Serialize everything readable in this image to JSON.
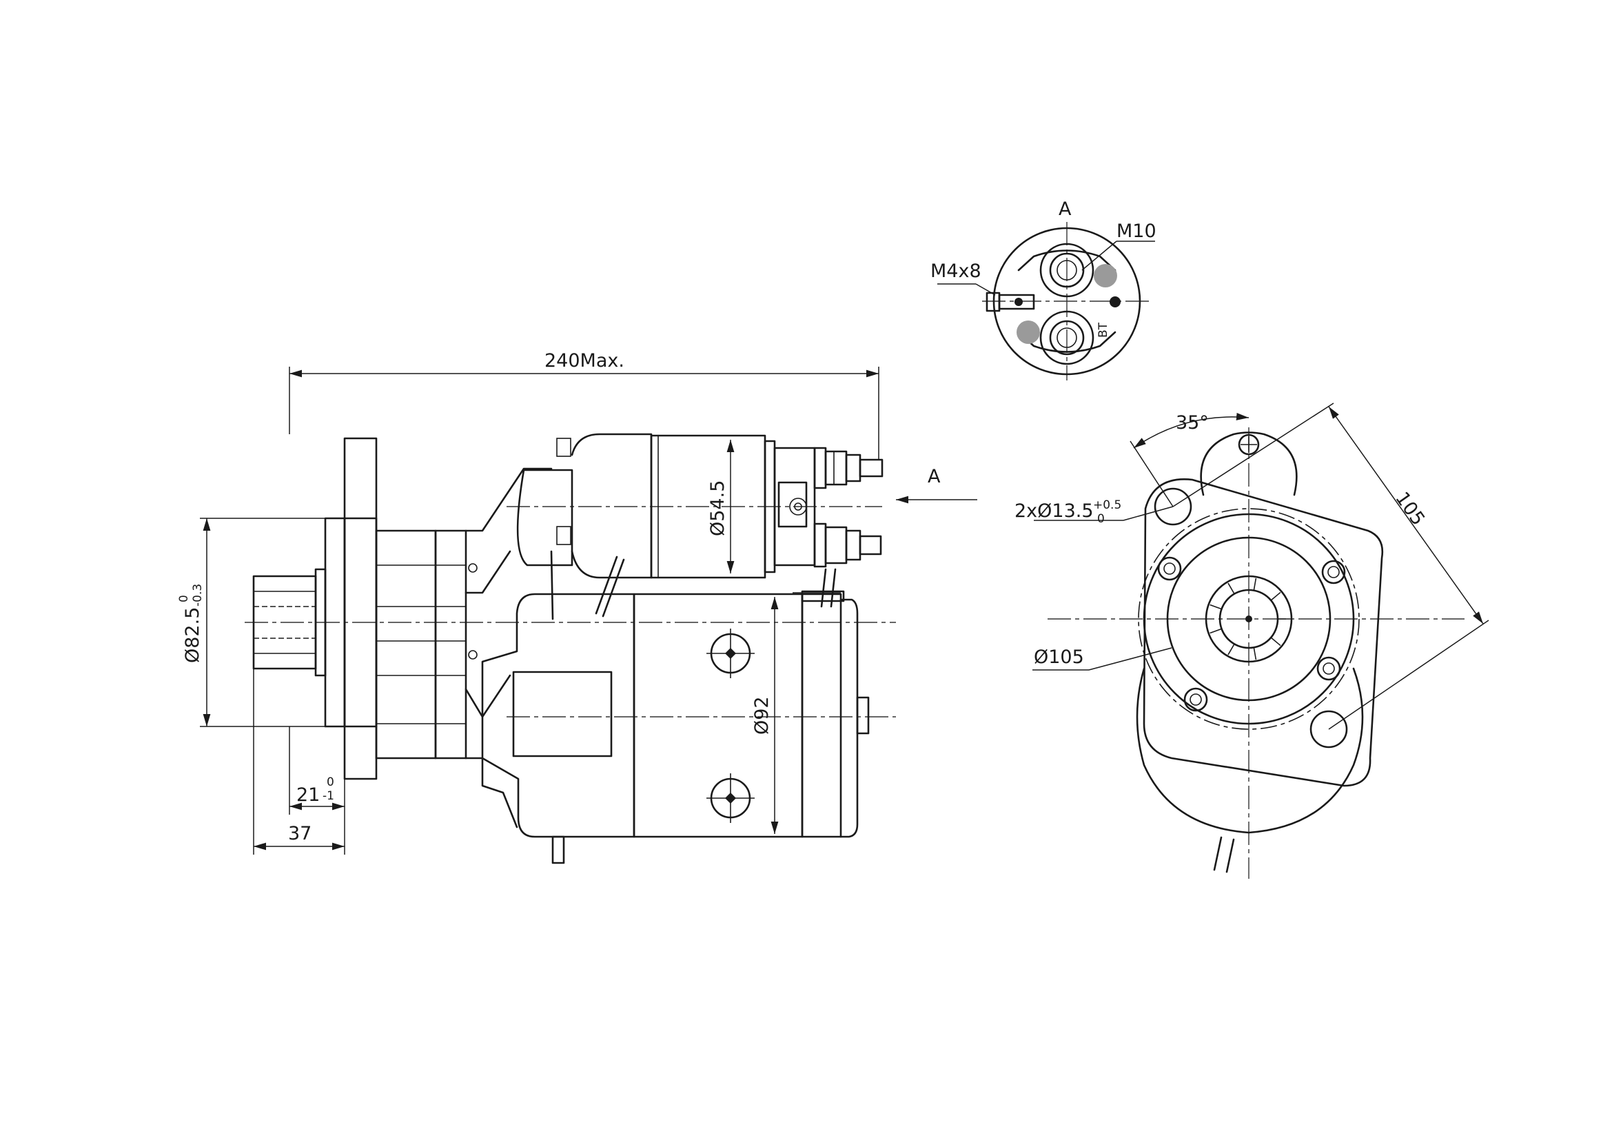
{
  "labels": {
    "overall_length": "240Max.",
    "view_arrow": "A",
    "view_a_title": "A",
    "solenoid_diameter": "Ø54.5",
    "flange_diameter": "Ø82.5",
    "flange_tol_upper": "0",
    "flange_tol_lower": "-0.3",
    "motor_diameter": "Ø92",
    "flange_depth": "21",
    "flange_depth_tol_upper": "0",
    "flange_depth_tol_lower": "-1",
    "pinion_length": "37",
    "terminal_thread": "M10",
    "small_terminal": "M4x8",
    "mount_holes": "2xØ13.5",
    "mount_holes_tol_upper": "+0.5",
    "mount_holes_tol_lower": "0",
    "pitch_circle": "Ø105",
    "hole_angle": "35°",
    "hole_spacing": "105"
  },
  "colors": {
    "line": "#1a1a1a",
    "background": "#ffffff"
  }
}
